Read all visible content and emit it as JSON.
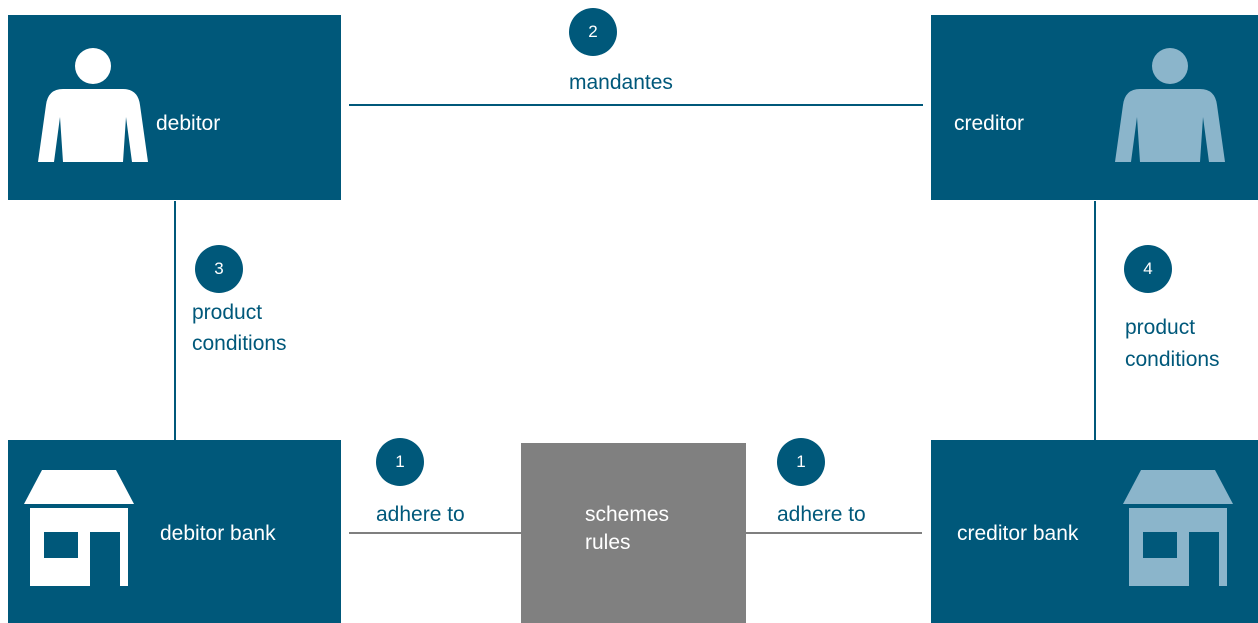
{
  "nodes": {
    "debitor": {
      "label": "debitor",
      "icon": "person-icon"
    },
    "creditor": {
      "label": "creditor",
      "icon": "person-icon"
    },
    "debitor_bank": {
      "label": "debitor bank",
      "icon": "bank-house-icon"
    },
    "creditor_bank": {
      "label": "creditor bank",
      "icon": "bank-house-icon"
    },
    "scheme_rules": {
      "line1": "schemes",
      "line2": "rules"
    }
  },
  "edges": {
    "mandates": {
      "number": "2",
      "label": "mandantes"
    },
    "debitor_product": {
      "number": "3",
      "line1": "product",
      "line2": "conditions"
    },
    "creditor_product": {
      "number": "4",
      "line1": "product",
      "line2": "conditions"
    },
    "debitor_adhere": {
      "number": "1",
      "label": "adhere to"
    },
    "creditor_adhere": {
      "number": "1",
      "label": "adhere to"
    }
  },
  "colors": {
    "box": "#00587a",
    "icon_light": "#ffffff",
    "icon_muted": "#8bb5cb",
    "rules_box": "#808080",
    "rules_line": "#7f7f7f"
  }
}
